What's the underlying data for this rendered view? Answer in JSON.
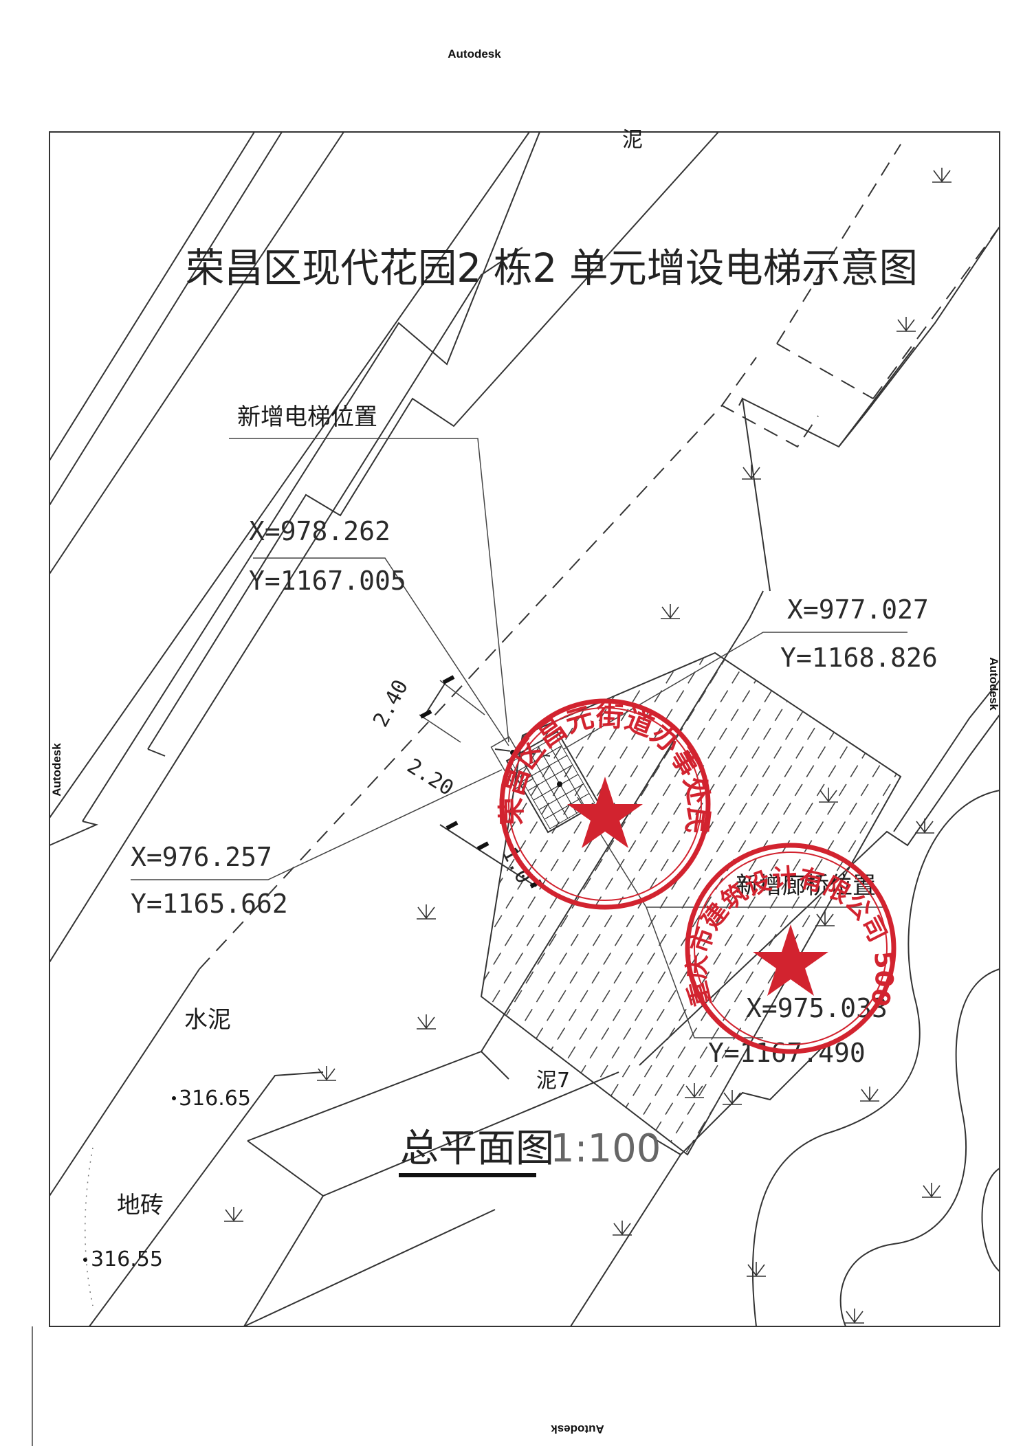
{
  "watermark": {
    "top": "Autodesk",
    "left": "Autodesk",
    "right": "Autodesk",
    "bottom": "Autodesk"
  },
  "title": "荣昌区现代花园2 栋2 单元增设电梯示意图",
  "top_partial_label": "泥",
  "labels": {
    "new_elevator": "新增电梯位置",
    "new_corridor": "新增廊桥位置",
    "cement": "水泥",
    "cement2": "泥7",
    "tile": "地砖"
  },
  "elevations": {
    "e1": "316.65",
    "e2": "316.55"
  },
  "coordinates": [
    {
      "x": "X=978.262",
      "y": "Y=1167.005"
    },
    {
      "x": "X=977.027",
      "y": "Y=1168.826"
    },
    {
      "x": "X=976.257",
      "y": "Y=1165.662"
    },
    {
      "x": "X=975.033",
      "y": "Y=1167.490"
    }
  ],
  "dimensions": {
    "d1": "2.40",
    "d2": "2.20",
    "d3": "1.0"
  },
  "plan_title": "总平面图",
  "scale": "1:100",
  "stamps": {
    "stamp1": "荣昌区昌元街道办事处民政府",
    "stamp2": "重庆市建筑设计有限公司 5001119531"
  },
  "colors": {
    "stamp": "#d2232f",
    "ink": "#333333"
  }
}
